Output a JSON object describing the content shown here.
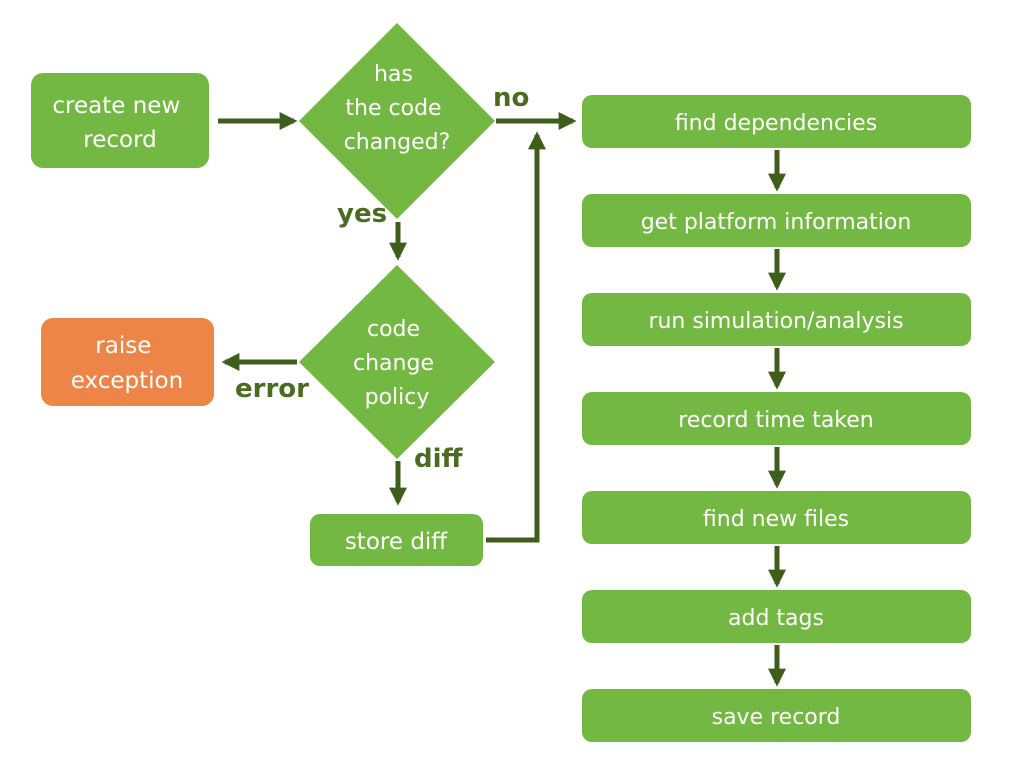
{
  "nodes": {
    "create_record": "create new record",
    "code_changed": "has the code changed?",
    "code_change_policy": "code change policy",
    "raise_exception": "raise exception",
    "store_diff": "store diff",
    "steps": [
      "find dependencies",
      "get platform information",
      "run simulation/analysis",
      "record time taken",
      "find new files",
      "add tags",
      "save record"
    ]
  },
  "edge_labels": {
    "no": "no",
    "yes": "yes",
    "error": "error",
    "diff": "diff"
  },
  "colors": {
    "node_fill": "#74b844",
    "error_fill": "#ee8548",
    "arrow": "#3f5e1c",
    "edge_label": "#4a6b21",
    "text": "#ffffff"
  }
}
